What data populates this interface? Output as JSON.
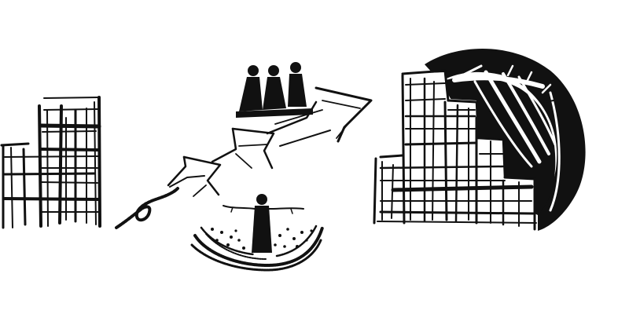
{
  "illustration": {
    "style": "black ink brush sketch on white",
    "colors": {
      "ink": "#111111",
      "background": "#ffffff"
    },
    "elements": [
      "building-left",
      "squiggle-loop",
      "growth-arrow",
      "group-of-three-people",
      "person-with-open-arms",
      "nest-with-dots",
      "city-skyline",
      "globe-shape",
      "globe-rays"
    ]
  }
}
